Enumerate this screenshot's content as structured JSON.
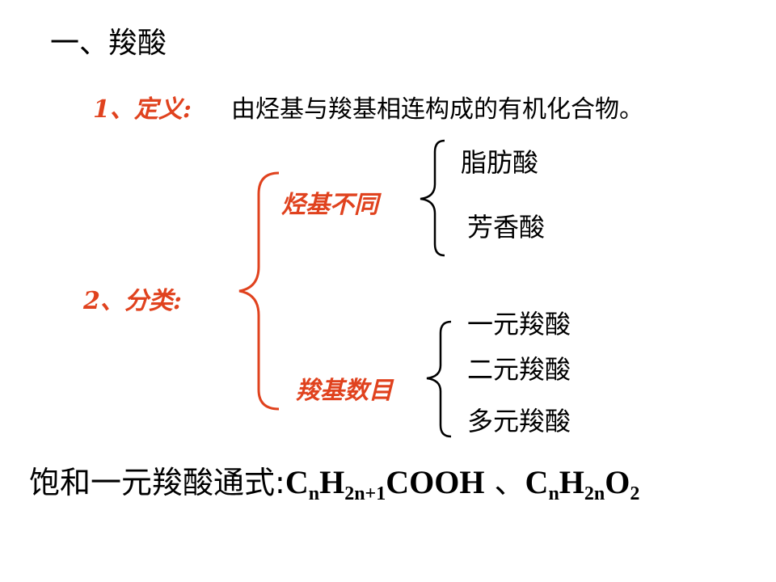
{
  "title": "一、羧酸",
  "definition": {
    "label": "1、定义:",
    "text": "由烃基与羧基相连构成的有机化合物。"
  },
  "classification": {
    "label": "2、分类:",
    "groups": [
      {
        "label": "烃基不同",
        "items": [
          "脂肪酸",
          "芳香酸"
        ]
      },
      {
        "label": "羧基数目",
        "items": [
          "一元羧酸",
          "二元羧酸",
          "多元羧酸"
        ]
      }
    ]
  },
  "formula": {
    "prefix": "饱和一元羧酸通式:",
    "f1": {
      "c": "C",
      "n": "n",
      "h": "H",
      "hsub": "2n+1",
      "tail": "COOH"
    },
    "sep": " 、",
    "f2": {
      "c": "C",
      "n": "n",
      "h": "H",
      "hsub": "2n",
      "o": "O",
      "osub": "2"
    }
  },
  "colors": {
    "accent": "#e0421e",
    "text": "#000000",
    "background": "#ffffff"
  }
}
